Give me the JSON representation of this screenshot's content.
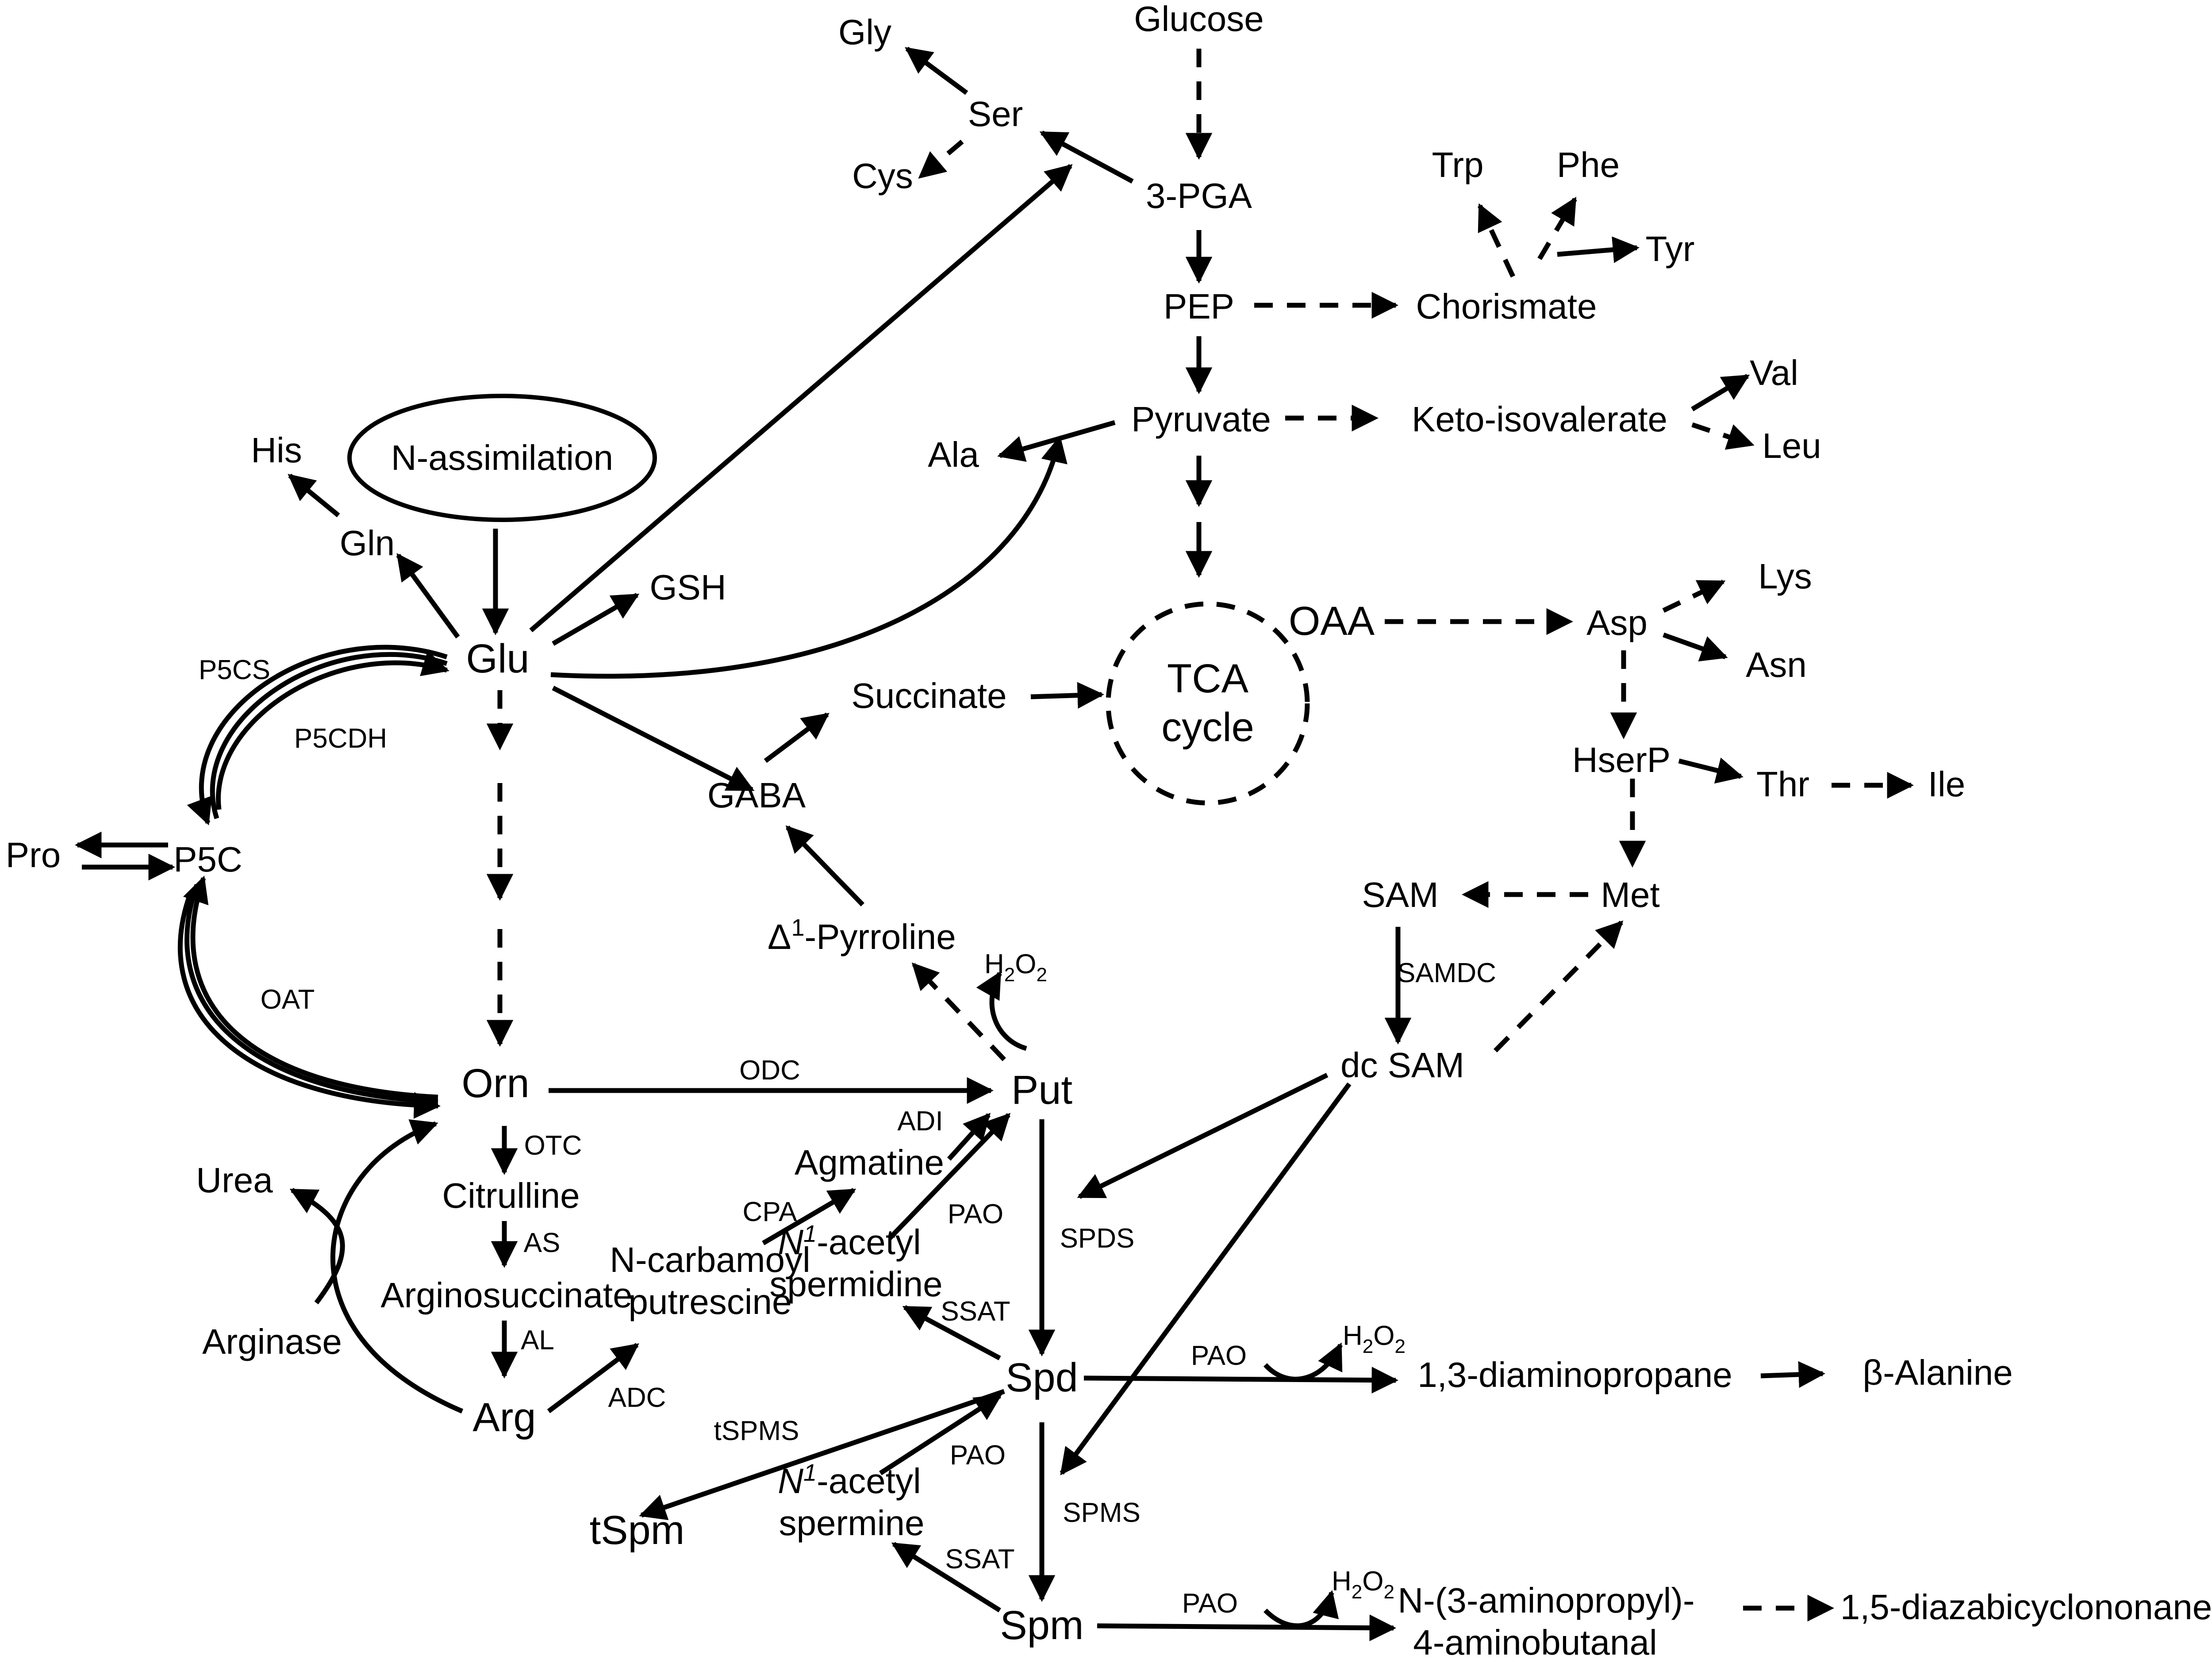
{
  "nodes": {
    "glucose": "Glucose",
    "pga": "3-PGA",
    "ser": "Ser",
    "gly": "Gly",
    "cys": "Cys",
    "trp": "Trp",
    "phe": "Phe",
    "tyr": "Tyr",
    "pep": "PEP",
    "chorismate": "Chorismate",
    "pyruvate": "Pyruvate",
    "keto": "Keto-isovalerate",
    "val": "Val",
    "leu": "Leu",
    "ala": "Ala",
    "his": "His",
    "n_assim": "N-assimilation",
    "gln": "Gln",
    "gsh": "GSH",
    "glu": "Glu",
    "tca_line1": "TCA",
    "tca_line2": "cycle",
    "oaa": "OAA",
    "asp": "Asp",
    "lys": "Lys",
    "asn": "Asn",
    "succinate": "Succinate",
    "gaba": "GABA",
    "hserp": "HserP",
    "thr": "Thr",
    "ile": "Ile",
    "pro": "Pro",
    "p5c": "P5C",
    "sam": "SAM",
    "met": "Met",
    "pyrroline_delta": "Δ",
    "pyrroline_sup": "1",
    "pyrroline_rest": "-Pyrroline",
    "orn": "Orn",
    "put": "Put",
    "dcsam": "dc SAM",
    "agmatine": "Agmatine",
    "urea": "Urea",
    "citrulline": "Citrulline",
    "ncarb_line1": "N-carbamoyl",
    "ncarb_line2": "putrescine",
    "n1spd_n": "N",
    "n1spd_sup": "1",
    "n1spd_rest": "-acetyl",
    "n1spd_line2": "spermidine",
    "argsucc": "Arginosuccinate",
    "arginase": "Arginase",
    "arg": "Arg",
    "spd": "Spd",
    "dap": "1,3-diaminopropane",
    "balanine": "β-Alanine",
    "tspm": "tSpm",
    "n1spm_n": "N",
    "n1spm_sup": "1",
    "n1spm_rest": "-acetyl",
    "n1spm_line2": "spermine",
    "spm": "Spm",
    "aminobut_line1": "N-(3-aminopropyl)-",
    "aminobut_line2": "4-aminobutanal",
    "diazabicyclo": "1,5-diazabicyclononane",
    "h2o2_a_H": "H",
    "h2o2_a_2a": "2",
    "h2o2_a_O": "O",
    "h2o2_a_2b": "2",
    "h2o2_b_H": "H",
    "h2o2_b_2a": "2",
    "h2o2_b_O": "O",
    "h2o2_b_2b": "2",
    "h2o2_c_H": "H",
    "h2o2_c_2a": "2",
    "h2o2_c_O": "O",
    "h2o2_c_2b": "2"
  },
  "enzymes": {
    "p5cs": "P5CS",
    "p5cdh": "P5CDH",
    "oat": "OAT",
    "odc": "ODC",
    "otc": "OTC",
    "as": "AS",
    "al": "AL",
    "adc": "ADC",
    "cpa": "CPA",
    "adi": "ADI",
    "pao1": "PAO",
    "ssat1": "SSAT",
    "spds": "SPDS",
    "samdc": "SAMDC",
    "pao2": "PAO",
    "tspms": "tSPMS",
    "pao3": "PAO",
    "ssat2": "SSAT",
    "spms": "SPMS",
    "pao4": "PAO"
  }
}
